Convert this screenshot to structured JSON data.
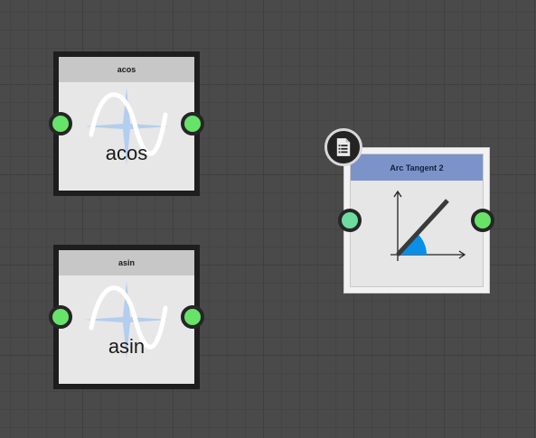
{
  "nodes": {
    "acos": {
      "header": "acos",
      "caption": "acos",
      "header_color": "#c7c7c7"
    },
    "asin": {
      "header": "asin",
      "caption": "asin",
      "header_color": "#c7c7c7"
    },
    "atan2": {
      "header": "Arc Tangent 2",
      "header_color": "#7c93c9",
      "accent_color": "#0a8fe6"
    }
  },
  "colors": {
    "port_active": "#67e36a",
    "port_input_atan": "#6fdc9f",
    "frame": "#1e1e1e",
    "canvas": "#4a4a4a"
  },
  "icons": {
    "doc_badge": "document-list-icon",
    "trig_illustration": "sine-wave-star-icon",
    "angle_illustration": "angle-plot-icon"
  }
}
